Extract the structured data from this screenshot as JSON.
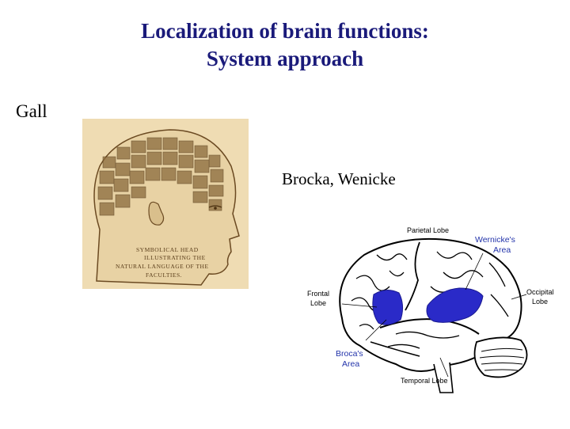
{
  "slide": {
    "title_line1": "Localization of brain functions:",
    "title_line2": "System approach"
  },
  "labels": {
    "gall": "Gall",
    "broca_wernicke": "Brocka, Wenicke"
  },
  "phrenology_figure": {
    "caption_line1": "SYMBOLICAL HEAD",
    "caption_line2": "ILLUSTRATING THE",
    "caption_line3": "NATURAL LANGUAGE OF THE",
    "caption_line4": "FACULTIES."
  },
  "brain_diagram": {
    "parietal": "Parietal Lobe",
    "wernicke_line1": "Wernicke's",
    "wernicke_line2": "Area",
    "frontal_line1": "Frontal",
    "frontal_line2": "Lobe",
    "occipital_line1": "Occipital",
    "occipital_line2": "Lobe",
    "broca_line1": "Broca's",
    "broca_line2": "Area",
    "temporal": "Temporal Lobe",
    "highlight_color": "#2a2ac8"
  }
}
